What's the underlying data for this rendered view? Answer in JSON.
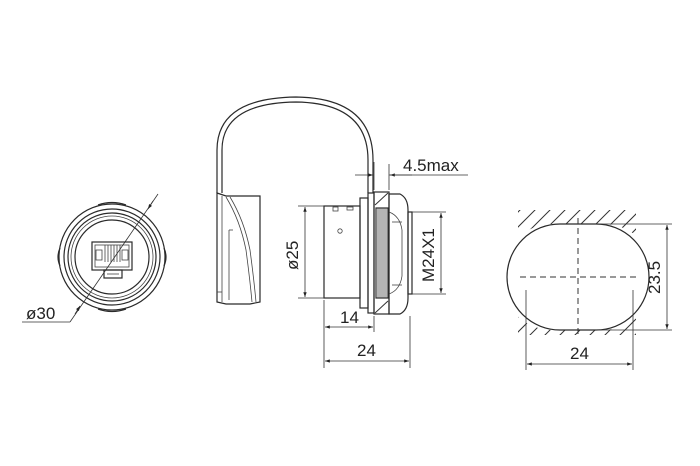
{
  "drawing": {
    "type": "technical-dimension-drawing",
    "views": {
      "front": {
        "label": "front-view",
        "dimensions": {
          "diameter": "ø30"
        }
      },
      "side": {
        "label": "side-view",
        "dimensions": {
          "panel_thickness": "4.5max",
          "body_diameter": "ø25",
          "thread": "M24X1",
          "body_length": "14",
          "overall_length": "24"
        }
      },
      "cutout": {
        "label": "panel-cutout",
        "dimensions": {
          "width": "24",
          "height": "23.5"
        }
      }
    },
    "colors": {
      "line": "#2a2a2a",
      "background": "#ffffff"
    }
  }
}
